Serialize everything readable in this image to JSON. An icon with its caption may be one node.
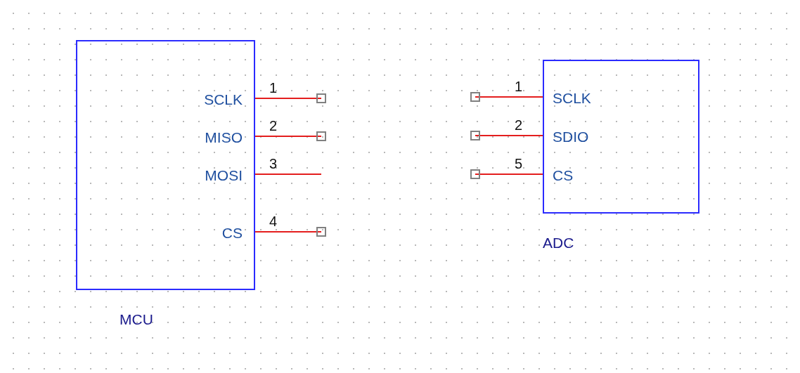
{
  "diagram": {
    "nodes": [
      {
        "text": [
          "SCLK",
          "MISO",
          "MOSI",
          "CS",
          "MCU"
        ],
        "beside": [
          "1",
          "2",
          "3",
          "4"
        ]
      },
      {
        "text": [
          "SCLK",
          "SDIO",
          "CS",
          "ADC"
        ],
        "beside": [
          "1",
          "2",
          "5"
        ]
      }
    ]
  }
}
